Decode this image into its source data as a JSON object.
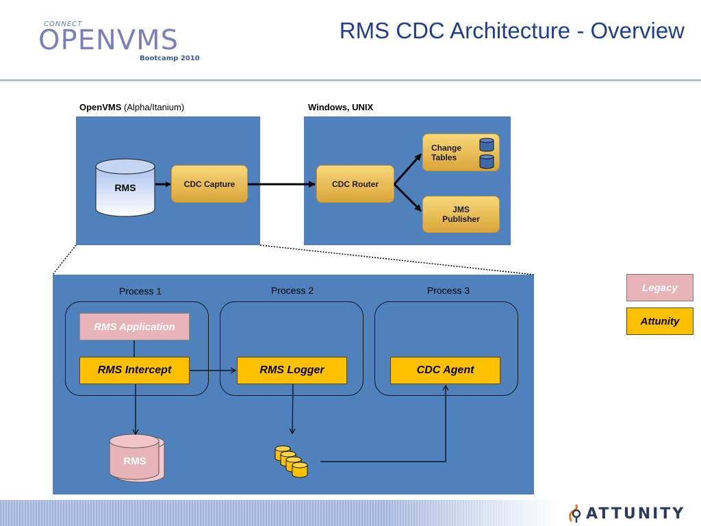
{
  "header": {
    "logo_connect": "CONNECT",
    "logo_main": "OPENVMS",
    "logo_sub": "Bootcamp 2010",
    "title": "RMS CDC Architecture - Overview"
  },
  "top": {
    "left_label_bold": "OpenVMS",
    "left_label_rest": " (Alpha/Itanium)",
    "right_label": "Windows, UNIX",
    "rms": "RMS",
    "cdc_capture": "CDC Capture",
    "cdc_router": "CDC Router",
    "change_tables": [
      "Change",
      "Tables"
    ],
    "jms_publisher": [
      "JMS",
      "Publisher"
    ]
  },
  "processes": {
    "p1": "Process 1",
    "p2": "Process 2",
    "p3": "Process 3",
    "rms_application": "RMS Application",
    "rms_intercept": "RMS Intercept",
    "rms_logger": "RMS Logger",
    "cdc_agent": "CDC Agent",
    "rms_store": "RMS"
  },
  "legend": {
    "legacy": "Legacy",
    "attunity": "Attunity",
    "legacy_color": "#e8b4b8",
    "attunity_color": "#ffc000"
  },
  "footer": {
    "brand": "ATTUNITY"
  },
  "colors": {
    "panel": "#4f81bd",
    "title": "#1f3e8c"
  },
  "icons": [
    "database-icon",
    "attunity-logo-icon"
  ]
}
